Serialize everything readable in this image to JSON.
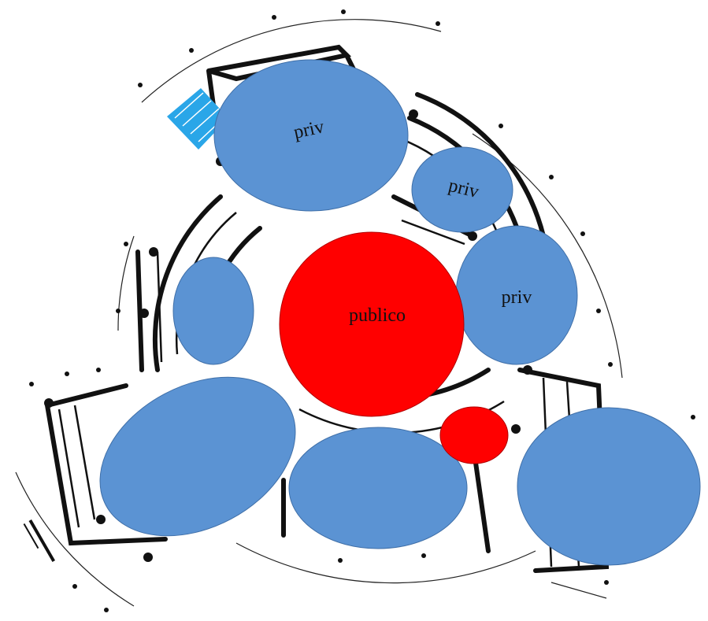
{
  "labels": {
    "priv_top": "priv",
    "priv_upper_right": "priv",
    "priv_right": "priv",
    "publico": "publico"
  },
  "colors": {
    "private_zone": "#5b93d3",
    "public_zone": "#ff0000",
    "highlight_zone": "#2aa6e8",
    "linework": "#111111"
  }
}
